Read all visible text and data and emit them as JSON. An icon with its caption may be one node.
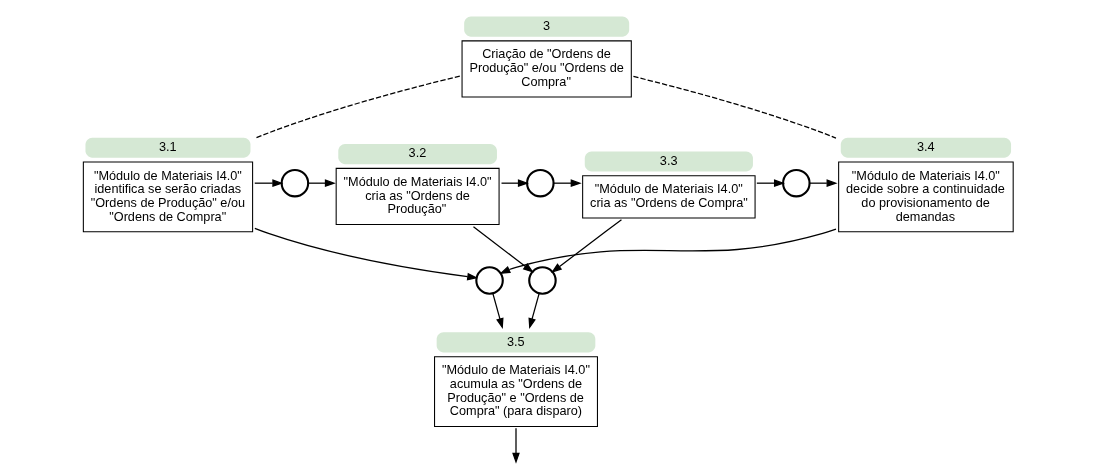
{
  "diagram": {
    "nodes": [
      {
        "text": [
          "Criação de \"Ordens de Produção\" e/ou \"Ordens de Compra\""
        ],
        "beside": [
          "3"
        ]
      },
      {
        "text": [
          "\"Módulo de Materiais I4.0\" identifica se serão criadas \"Ordens de Produção\" e/ou \"Ordens de Compra\""
        ],
        "beside": [
          "3.1"
        ]
      },
      {
        "text": [],
        "shape": "circle"
      },
      {
        "text": [
          "\"Módulo de Materiais I4.0\" cria as \"Ordens de Produção\""
        ],
        "beside": [
          "3.2"
        ]
      },
      {
        "text": [],
        "shape": "circle"
      },
      {
        "text": [
          "\"Módulo de Materiais I4.0\" cria as \"Ordens de Compra\""
        ],
        "beside": [
          "3.3"
        ]
      },
      {
        "text": [],
        "shape": "circle"
      },
      {
        "text": [
          "\"Módulo de Materiais I4.0\" decide sobre a continuidade do provisionamento de demandas"
        ],
        "beside": [
          "3.4"
        ]
      },
      {
        "text": [],
        "shape": "circle"
      },
      {
        "text": [
          "\"Módulo de Materiais I4.0\" acumula as \"Ordens de Produção\" e \"Ordens de Compra\" (para disparo)"
        ],
        "beside": [
          "3.5"
        ]
      },
      {
        "text": [],
        "shape": "circle"
      }
    ],
    "edges": [
      {
        "from": 0,
        "to": 1,
        "arrow": "none",
        "style": "dashed"
      },
      {
        "from": 0,
        "to": 7,
        "arrow": "none",
        "style": "dashed"
      },
      {
        "from": 1,
        "to": 2,
        "arrow": "to"
      },
      {
        "from": 2,
        "to": 3,
        "arrow": "to"
      },
      {
        "from": 3,
        "to": 4,
        "arrow": "to"
      },
      {
        "from": 4,
        "to": 5,
        "arrow": "to"
      },
      {
        "from": 5,
        "to": 6,
        "arrow": "to"
      },
      {
        "from": 6,
        "to": 7,
        "arrow": "to"
      },
      {
        "from": 1,
        "to": 8,
        "arrow": "to"
      },
      {
        "from": 7,
        "to": 8,
        "arrow": "to"
      },
      {
        "from": 8,
        "to": 9,
        "arrow": "to"
      },
      {
        "from": 3,
        "to": 10,
        "arrow": "to"
      },
      {
        "from": 5,
        "to": 10,
        "arrow": "to"
      },
      {
        "from": 10,
        "to": 9,
        "arrow": "to"
      },
      {
        "from": 9,
        "to": null,
        "arrow": "to"
      }
    ]
  }
}
